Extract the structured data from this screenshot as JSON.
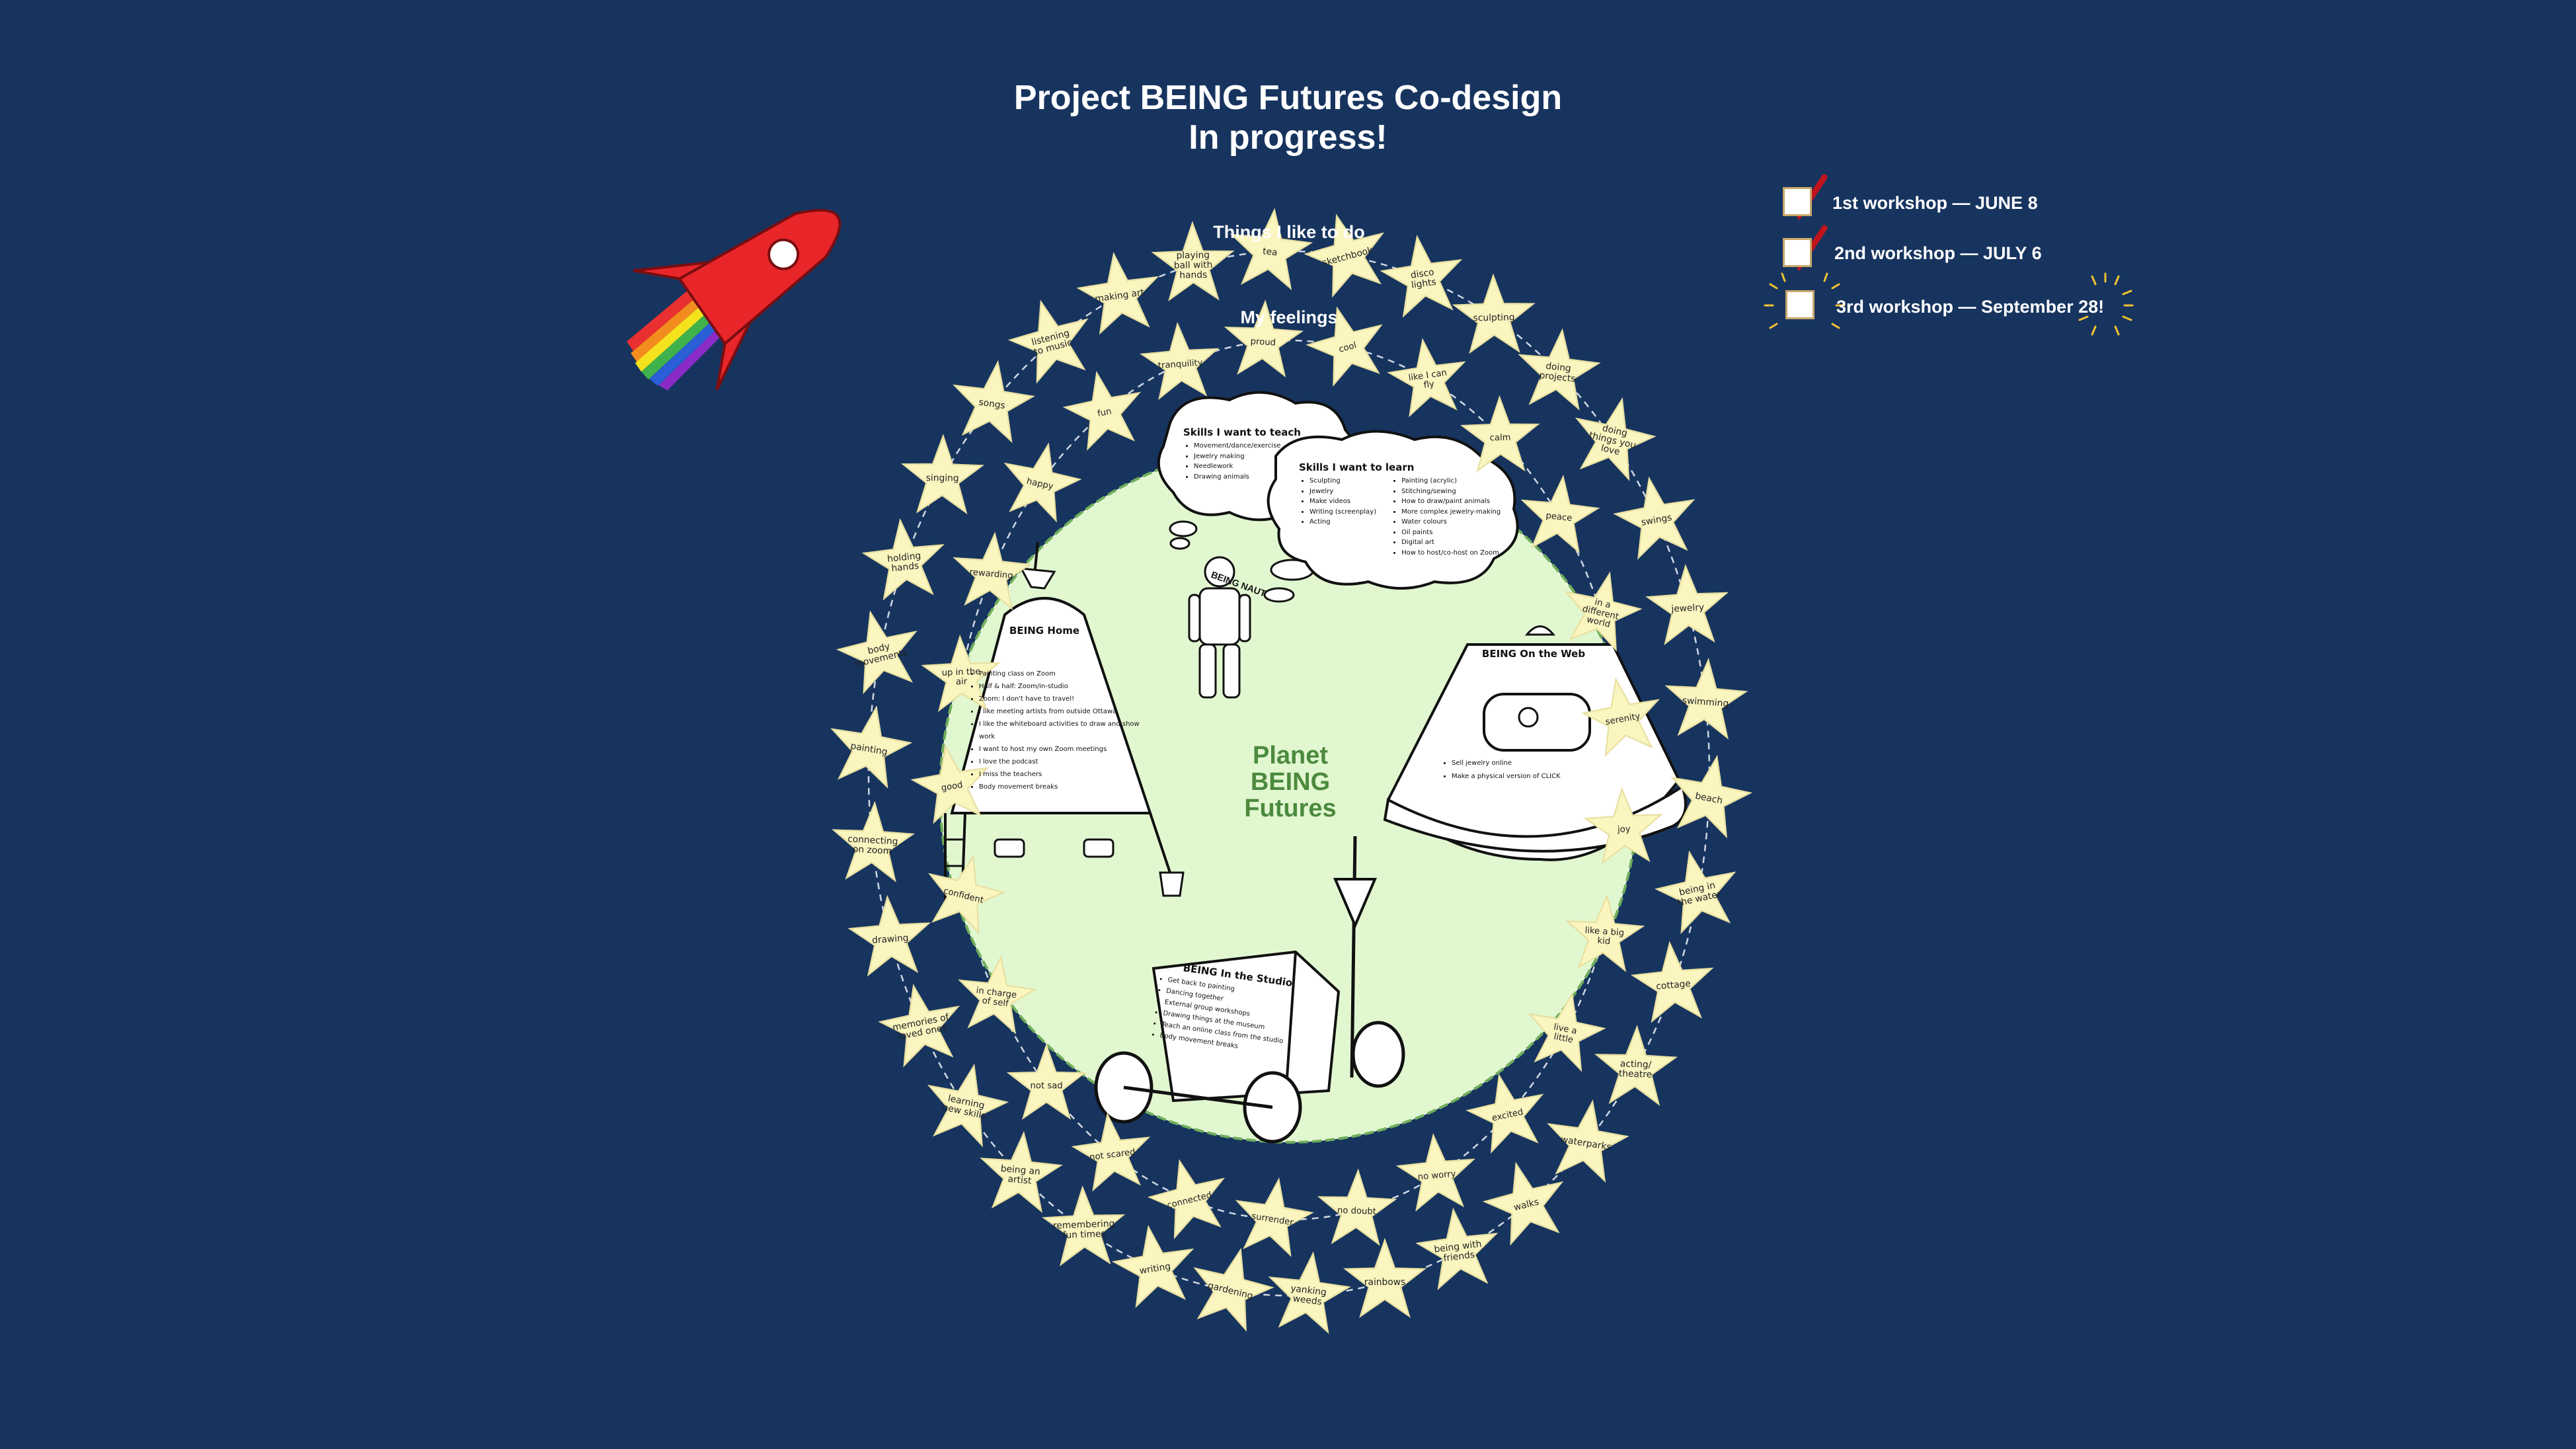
{
  "title": {
    "line1": "Project BEING Futures Co-design",
    "line2": "In progress!"
  },
  "rings": {
    "outer_label": "Things I like to do",
    "inner_label": "My feelings"
  },
  "outer_stars": [
    "sketchbook",
    "disco lights",
    "sculpting",
    "doing projects",
    "doing things you love",
    "swings",
    "jewelry",
    "swimming",
    "beach",
    "being in the water",
    "cottage",
    "acting/ theatre",
    "waterparks",
    "walks",
    "being with friends",
    "rainbows",
    "yanking weeds",
    "gardening",
    "writing",
    "remembering fun times",
    "being an artist",
    "learning new skills",
    "memories of loved ones",
    "drawing",
    "connecting on zoom",
    "painting",
    "body movements",
    "holding hands",
    "singing",
    "songs",
    "listening to music",
    "making art",
    "playing ball with hands",
    "tea"
  ],
  "inner_stars": [
    "cool",
    "like I can fly",
    "calm",
    "peace",
    "in a different world",
    "serenity",
    "joy",
    "like a big kid",
    "live a little",
    "excited",
    "no worry",
    "no doubt",
    "surrender",
    "connected",
    "not scared",
    "not sad",
    "in charge of self",
    "confident",
    "good",
    "up in the air",
    "rewarding",
    "happy",
    "fun",
    "tranquility",
    "proud"
  ],
  "workshops": [
    {
      "label": "1st workshop — JUNE 8",
      "done": true
    },
    {
      "label": "2nd workshop — JULY 6",
      "done": true
    },
    {
      "label": "3rd workshop — September 28!",
      "done": false
    }
  ],
  "planet": {
    "label": "Planet BEING Futures"
  },
  "home": {
    "title": "BEING Home",
    "items": [
      "Painting class on Zoom",
      "Half & half: Zoom/in-studio",
      "Zoom: I don't have to travel!",
      "I like meeting artists from outside Ottawa",
      "I like the whiteboard activities to draw and show work",
      "I want to host my own Zoom meetings",
      "I love the podcast",
      "I miss the teachers",
      "Body movement breaks"
    ]
  },
  "web": {
    "title": "BEING On the Web",
    "items": [
      "Sell jewelry online",
      "Make a physical version of CLICK"
    ]
  },
  "studio": {
    "title": "BEING In the Studio",
    "items": [
      "Get back to painting",
      "Dancing together",
      "External group workshops",
      "Drawing things at the museum",
      "Teach an online class from the studio",
      "Body movement breaks"
    ]
  },
  "teach": {
    "title": "Skills I want to teach",
    "items": [
      "Movement/dance/exercise",
      "Jewelry making",
      "Needlework",
      "Drawing animals"
    ]
  },
  "learn": {
    "title": "Skills I want to learn",
    "col1": [
      "Sculpting",
      "Jewelry",
      "Make videos",
      "Writing (screenplay)",
      "Acting"
    ],
    "col2": [
      "Painting (acrylic)",
      "Stitching/sewing",
      "How to draw/paint animals",
      "More complex jewelry-making",
      "Water colours",
      "Oil paints",
      "Digital art",
      "How to host/co-host on Zoom"
    ]
  },
  "astronaut": {
    "badge": "BEING NAUT"
  },
  "colors": {
    "background": "#17345f",
    "star": "#fbf5c0",
    "planet": "#e1f7d0",
    "planet_border": "#6fae5c",
    "check": "#c0141c",
    "rocket": "#e8262a"
  }
}
